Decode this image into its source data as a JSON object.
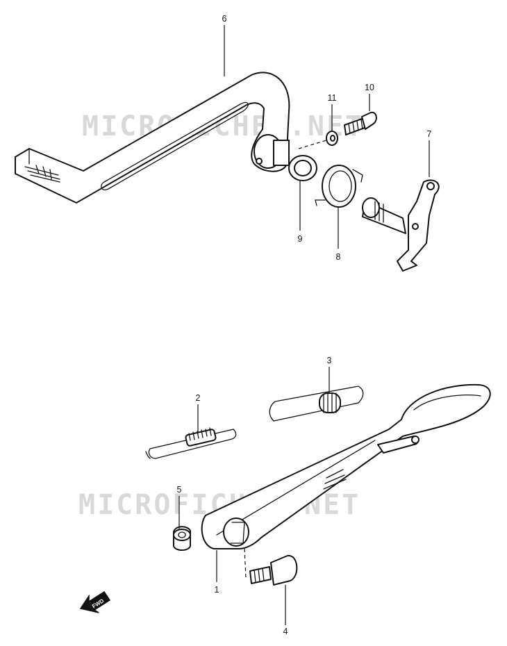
{
  "watermark": {
    "text": "MICROFICHES.NET"
  },
  "fwd_label": "FWD",
  "callouts": {
    "p1": "1",
    "p2": "2",
    "p3": "3",
    "p4": "4",
    "p5": "5",
    "p6": "6",
    "p7": "7",
    "p8": "8",
    "p9": "9",
    "p10": "10",
    "p11": "11"
  }
}
